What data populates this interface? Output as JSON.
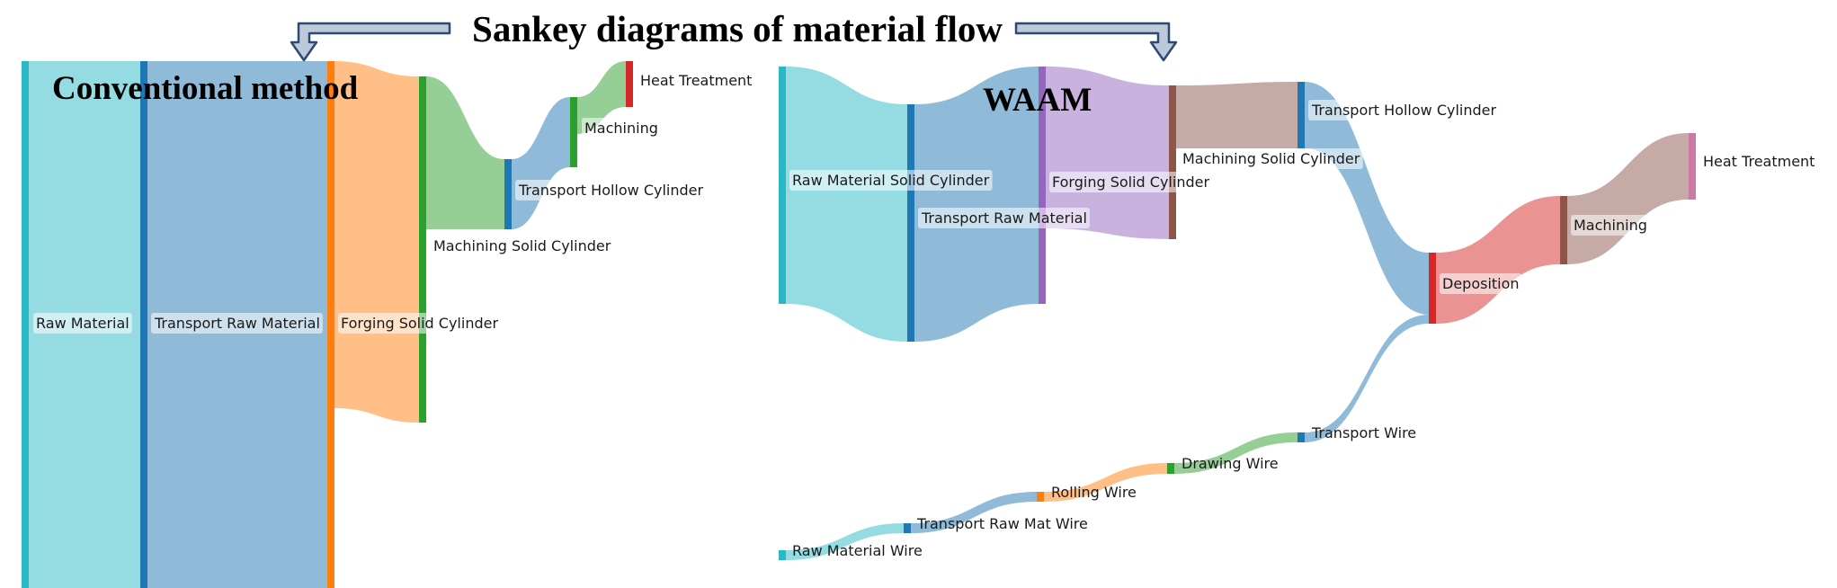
{
  "title": "Sankey diagrams of material flow",
  "panels": [
    {
      "title": "Conventional method",
      "nodes": [
        {
          "id": "c-raw",
          "label": "Raw Material",
          "color": "#2ab7c6"
        },
        {
          "id": "c-trm",
          "label": "Transport Raw Material",
          "color": "#1f77b4"
        },
        {
          "id": "c-fsc",
          "label": "Forging Solid Cylinder",
          "color": "#ff7f0e"
        },
        {
          "id": "c-msc",
          "label": "Machining Solid Cylinder",
          "color": "#2ca02c"
        },
        {
          "id": "c-thc",
          "label": "Transport Hollow Cylinder",
          "color": "#1f77b4"
        },
        {
          "id": "c-mac",
          "label": "Machining",
          "color": "#2ca02c"
        },
        {
          "id": "c-ht",
          "label": "Heat Treatment",
          "color": "#d62728"
        }
      ]
    },
    {
      "title": "WAAM",
      "nodes": [
        {
          "id": "w-rmsc",
          "label": "Raw Material Solid Cylinder",
          "color": "#2ab7c6"
        },
        {
          "id": "w-trm",
          "label": "Transport Raw Material",
          "color": "#1f77b4"
        },
        {
          "id": "w-fsc",
          "label": "Forging Solid Cylinder",
          "color": "#9467bd"
        },
        {
          "id": "w-msc",
          "label": "Machining Solid Cylinder",
          "color": "#8c564b"
        },
        {
          "id": "w-thc",
          "label": "Transport Hollow Cylinder",
          "color": "#1f77b4"
        },
        {
          "id": "w-dep",
          "label": "Deposition",
          "color": "#d62728"
        },
        {
          "id": "w-mac",
          "label": "Machining",
          "color": "#8c564b"
        },
        {
          "id": "w-ht",
          "label": "Heat Treatment",
          "color": "#cc79a7"
        },
        {
          "id": "w-rmw",
          "label": "Raw Material Wire",
          "color": "#2ab7c6"
        },
        {
          "id": "w-trmw",
          "label": "Transport Raw Mat Wire",
          "color": "#1f77b4"
        },
        {
          "id": "w-rw",
          "label": "Rolling Wire",
          "color": "#ff7f0e"
        },
        {
          "id": "w-dw",
          "label": "Drawing Wire",
          "color": "#2ca02c"
        },
        {
          "id": "w-tw",
          "label": "Transport Wire",
          "color": "#1f77b4"
        }
      ]
    }
  ]
}
